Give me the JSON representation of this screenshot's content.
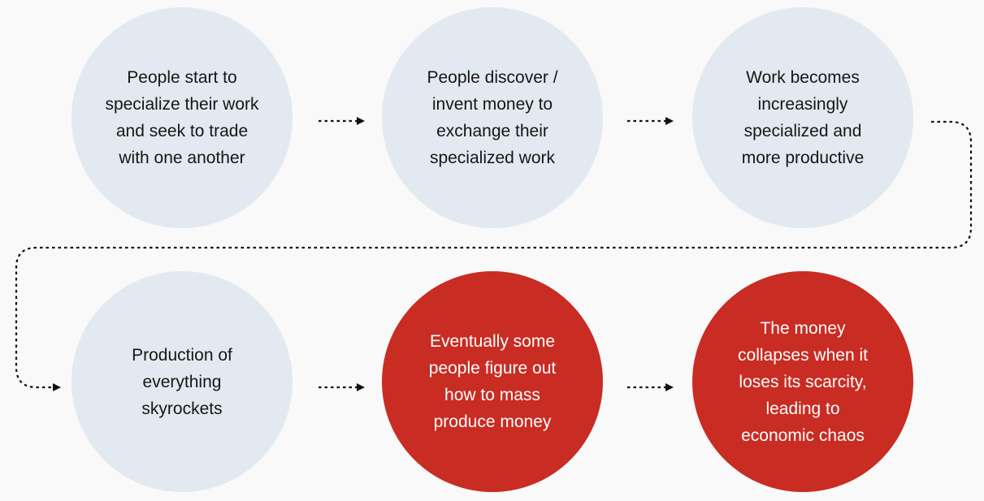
{
  "diagram": {
    "steps": [
      {
        "id": "step-1",
        "text": "People start to\nspecialize their work\nand seek to trade\nwith one another",
        "tone": "neutral"
      },
      {
        "id": "step-2",
        "text": "People discover /\ninvent money to\nexchange  their\nspecialized work",
        "tone": "neutral"
      },
      {
        "id": "step-3",
        "text": "Work becomes\nincreasingly\nspecialized and\nmore productive",
        "tone": "neutral"
      },
      {
        "id": "step-4",
        "text": "Production of\neverything\nskyrockets",
        "tone": "neutral"
      },
      {
        "id": "step-5",
        "text": "Eventually some\npeople figure out\nhow to mass\nproduce money",
        "tone": "alert"
      },
      {
        "id": "step-6",
        "text": "The money\ncollapses when it\nloses its scarcity,\nleading to\neconomic chaos",
        "tone": "alert"
      }
    ],
    "colors": {
      "neutral_fill": "#e3e9f0",
      "alert_fill": "#c92c23",
      "neutral_text": "#161616",
      "alert_text": "#ffffff",
      "connector": "#111111",
      "background": "#f9f9f9"
    }
  }
}
